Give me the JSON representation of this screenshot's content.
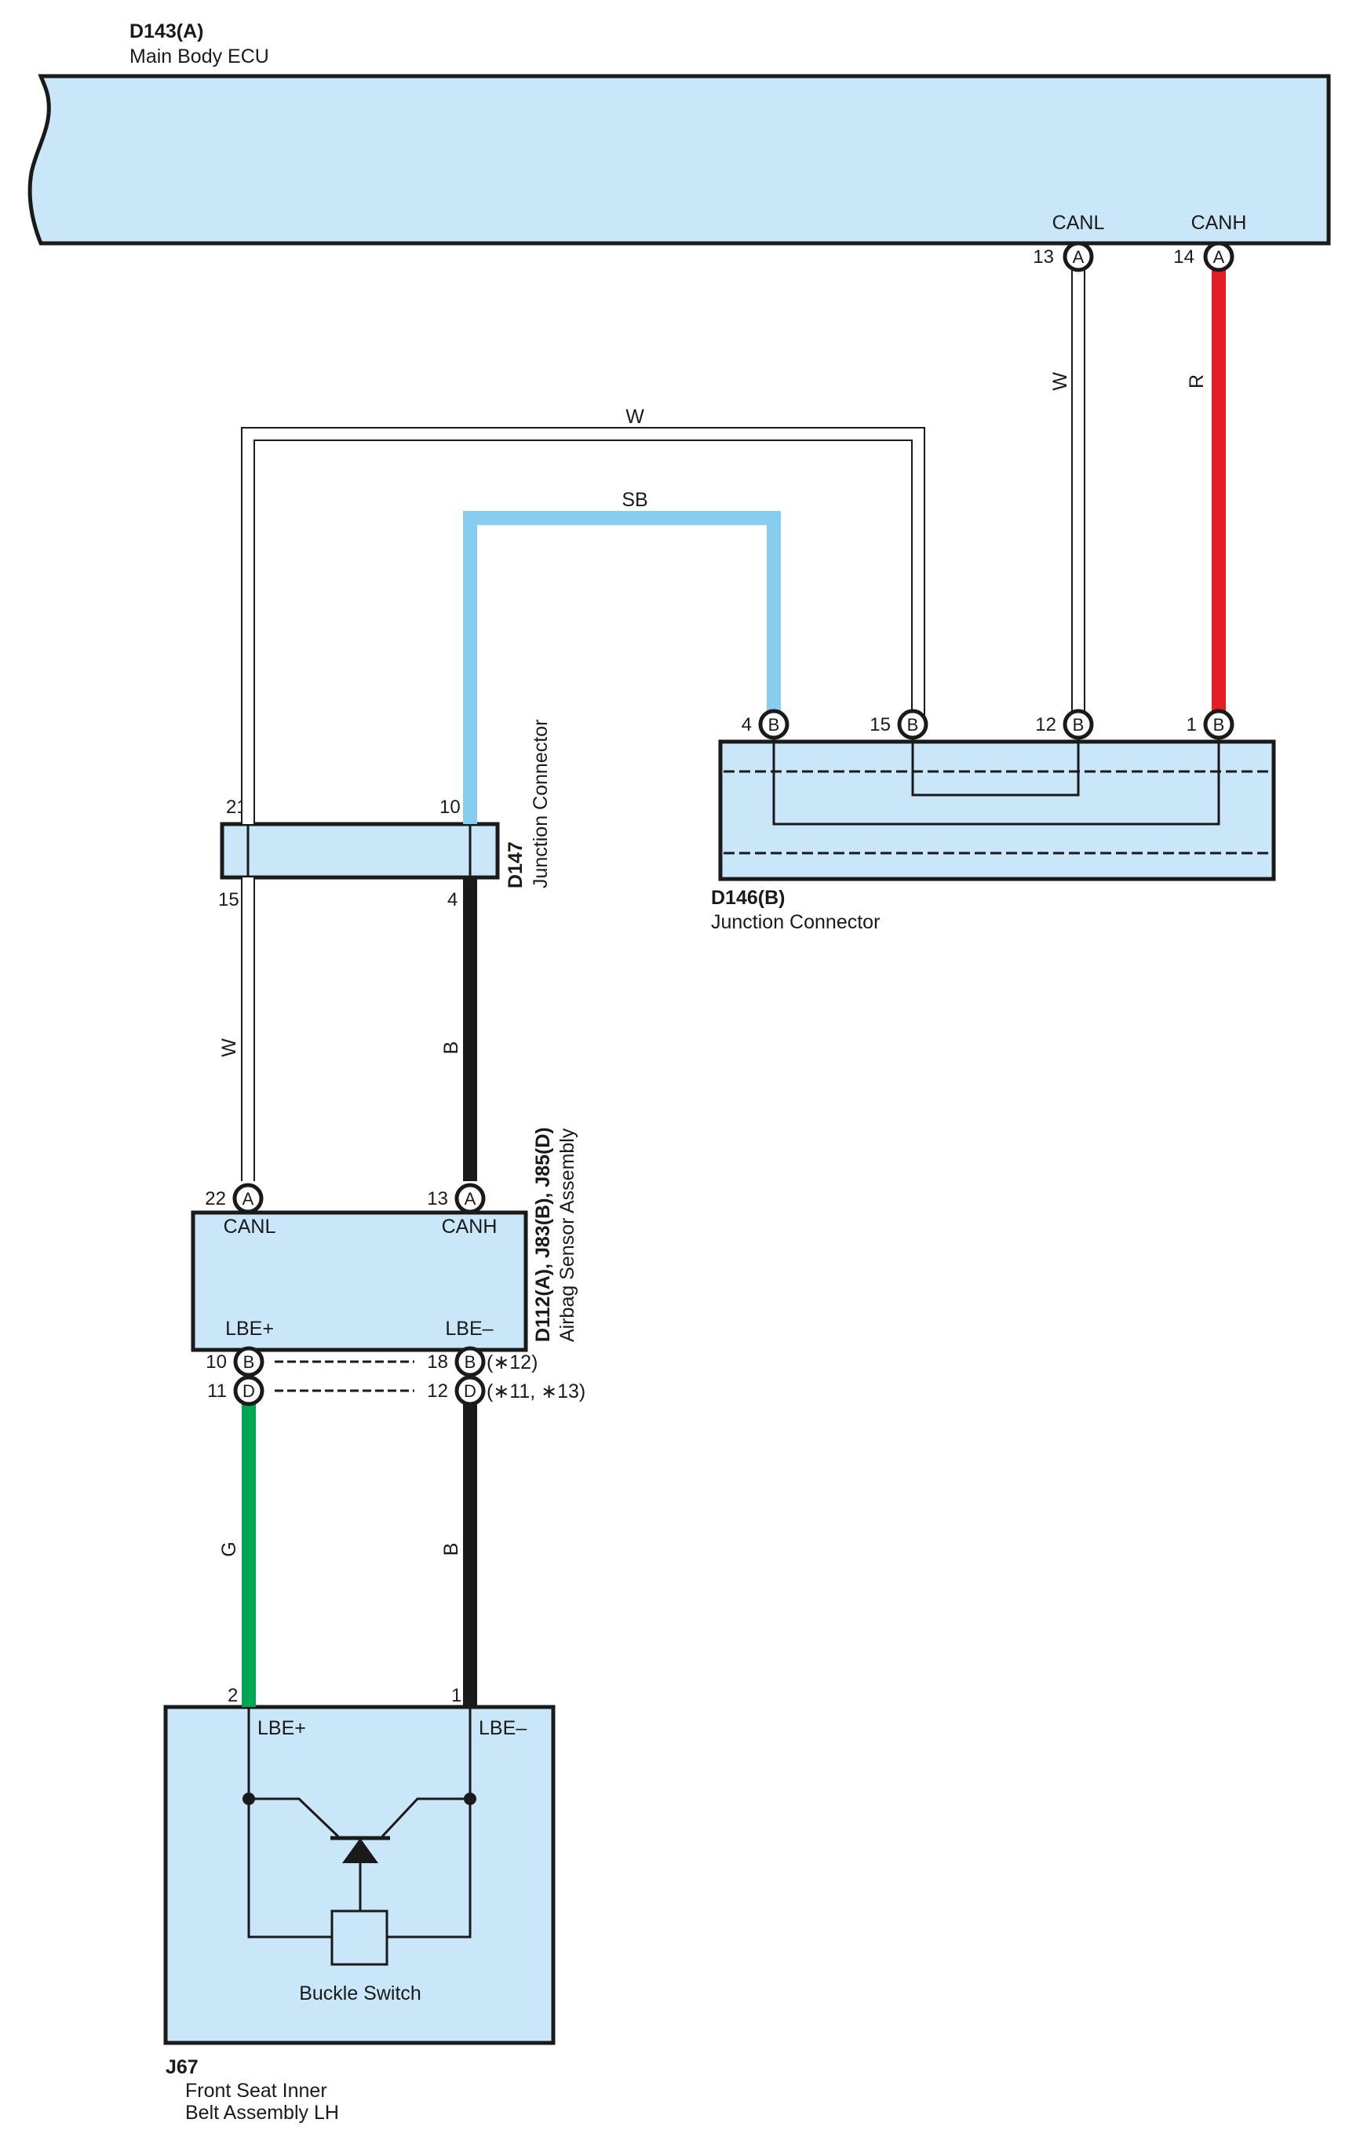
{
  "colors": {
    "component_fill": "#c9e7f8",
    "outline": "#1a1a1a",
    "wire_W": "#ffffff",
    "wire_R": "#e31e24",
    "wire_SB": "#87cdf0",
    "wire_B": "#1a1a1a",
    "wire_G": "#00a651"
  },
  "components": {
    "main_body_ecu": {
      "code": "D143(A)",
      "name": "Main Body ECU",
      "terminals": [
        {
          "label": "CANL",
          "pin": "13",
          "connector": "A"
        },
        {
          "label": "CANH",
          "pin": "14",
          "connector": "A"
        }
      ]
    },
    "junction_d146": {
      "code": "D146(B)",
      "name": "Junction Connector",
      "pins": [
        {
          "pin": "4",
          "connector": "B"
        },
        {
          "pin": "15",
          "connector": "B"
        },
        {
          "pin": "12",
          "connector": "B"
        },
        {
          "pin": "1",
          "connector": "B"
        }
      ]
    },
    "junction_d147": {
      "code": "D147",
      "name": "Junction Connector",
      "pins_top": [
        "21",
        "10"
      ],
      "pins_bottom": [
        "15",
        "4"
      ]
    },
    "airbag_sensor": {
      "code": "D112(A), J83(B), J85(D)",
      "name": "Airbag Sensor Assembly",
      "top_terminals": [
        {
          "label": "CANL",
          "pin": "22",
          "connector": "A"
        },
        {
          "label": "CANH",
          "pin": "13",
          "connector": "A"
        }
      ],
      "bottom_labels": [
        "LBE+",
        "LBE–"
      ],
      "alt_rows": [
        {
          "left_pin": "10",
          "left_connector": "B",
          "right_pin": "18",
          "right_connector": "B",
          "note": "(∗12)"
        },
        {
          "left_pin": "11",
          "left_connector": "D",
          "right_pin": "12",
          "right_connector": "D",
          "note": "(∗11, ∗13)"
        }
      ]
    },
    "buckle_assembly": {
      "code": "J67",
      "name_line1": "Front Seat Inner",
      "name_line2": "Belt Assembly LH",
      "terminals": [
        {
          "label": "LBE+",
          "pin": "2"
        },
        {
          "label": "LBE–",
          "pin": "1"
        }
      ],
      "switch_label": "Buckle Switch"
    }
  },
  "wires": [
    {
      "id": "canl-ecu",
      "color": "W"
    },
    {
      "id": "canh-ecu",
      "color": "R"
    },
    {
      "id": "sb-loop",
      "color": "SB"
    },
    {
      "id": "w-loop",
      "color": "W"
    },
    {
      "id": "w-lower",
      "color": "W"
    },
    {
      "id": "b-lower",
      "color": "B"
    },
    {
      "id": "g-buckle",
      "color": "G"
    },
    {
      "id": "b-buckle",
      "color": "B"
    }
  ]
}
